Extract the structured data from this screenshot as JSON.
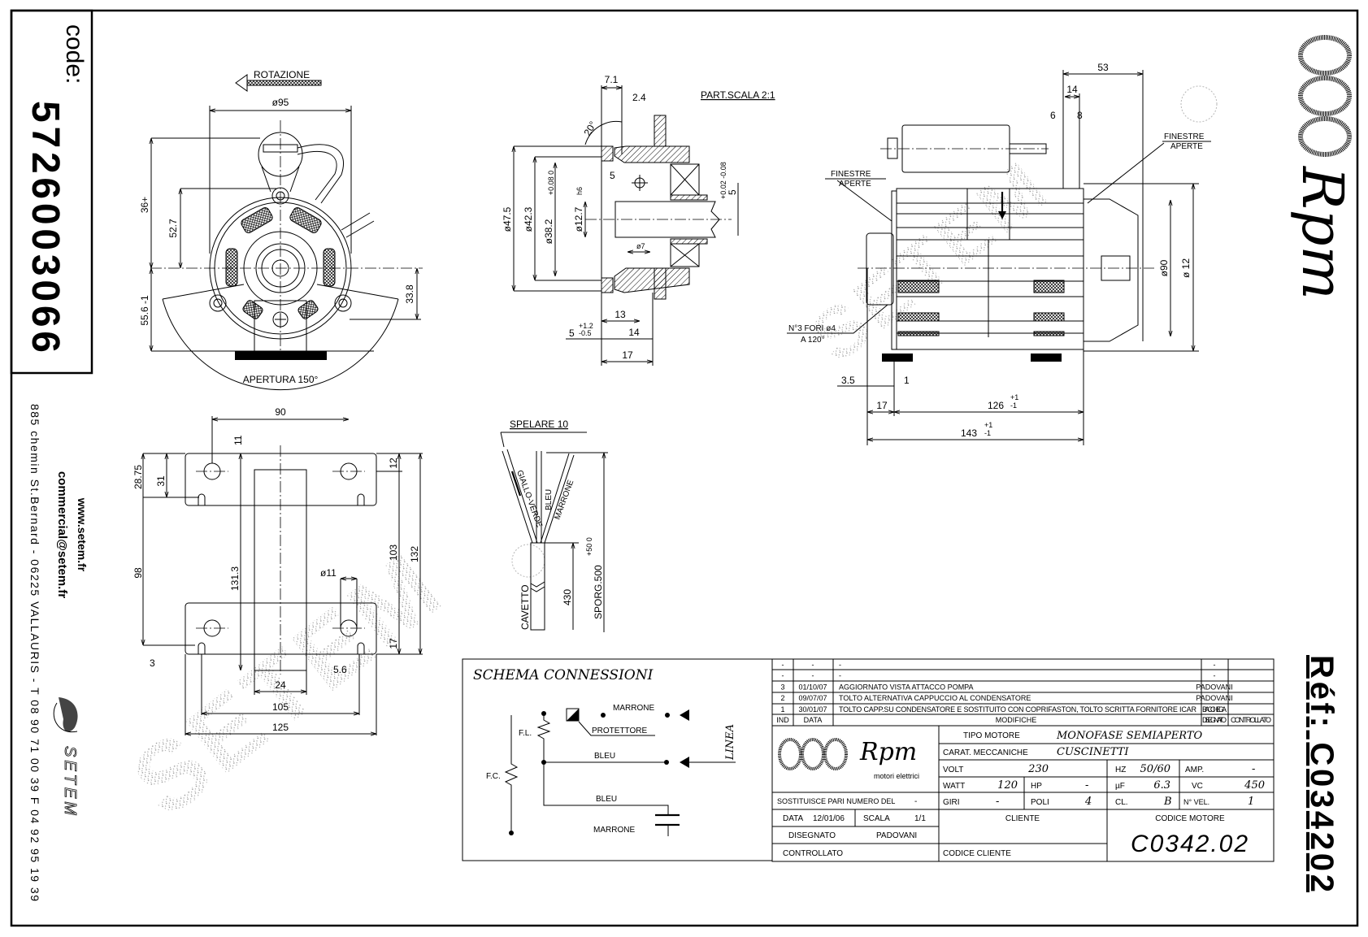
{
  "left_strip": {
    "code_label": "code:",
    "code": "5726003066",
    "website": "www.setem.fr",
    "email": "commercial@setem.fr",
    "address": "885 chemin St.Bernard - 06225 VALLAURIS - T 08 90 71 00 39  F 04 92 95 19 39",
    "brand": "SETEM"
  },
  "right_strip": {
    "brand": "Rpm",
    "ref": "Réf: C034202"
  },
  "watermark": "SETEM",
  "front_view": {
    "rotation_label": "ROTAZIONE",
    "dia_95": "ø95",
    "dim_36": "36+",
    "dim_52_7": "52.7",
    "dim_55_6": "55.6 -1",
    "dim_33_8": "33.8",
    "opening": "APERTURA 150°"
  },
  "detail_view": {
    "title": "PART.SCALA 2:1",
    "d7_1": "7.1",
    "d2_4": "2.4",
    "angle": "20°",
    "d47_5": "ø47.5",
    "d42_3": "ø42.3",
    "d38_2": "ø38.2",
    "tol_38_2": "+0.08 0",
    "d12_7": "ø12.7",
    "tol_12_7": "h6",
    "d5": "5",
    "d7": "ø7",
    "d13": "13",
    "d5b": "5",
    "tol_5b_up": "+1.2",
    "tol_5b_dn": "-0.5",
    "d14": "14",
    "d17": "17",
    "d5c": "5",
    "tol_5c": "+0.02 -0.08"
  },
  "side_view": {
    "d53": "53",
    "d14": "14",
    "d6": "6",
    "d8": "8",
    "windows_left": [
      "FINESTRE",
      "APERTE"
    ],
    "windows_right": [
      "FINESTRE",
      "APERTE"
    ],
    "holes": [
      "N°3 FORI ø4",
      "A 120°"
    ],
    "d90": "ø90",
    "d12": "ø 12",
    "d3_5": "3.5",
    "d1": "1",
    "d17": "17",
    "d126": "126",
    "tol_126_up": "+1",
    "tol_126_dn": "-1",
    "d143": "143",
    "tol_143_up": "+1",
    "tol_143_dn": "-1"
  },
  "bracket_view": {
    "d90": "90",
    "d11": "11",
    "d28_75": "28.75",
    "d31": "31",
    "d98": "98",
    "d131_3": "131.3",
    "d11_hole": "ø11",
    "d103": "103",
    "d132": "132",
    "d12": "12",
    "d17": "17",
    "d3": "3",
    "d5_6": "5.6",
    "d24": "24",
    "d105": "105",
    "d125": "125"
  },
  "cable_view": {
    "strip": "SPELARE 10",
    "wire_1": "GIALLO-VERDE",
    "wire_2": "BLEU",
    "wire_3": "MARRONE",
    "cable": "CAVETTO",
    "d430": "430",
    "overhang": "SPORG.500",
    "tol": "+50 0"
  },
  "schema": {
    "title": "SCHEMA CONNESSIONI",
    "fl": "F.L.",
    "fc": "F.C.",
    "marrone_top": "MARRONE",
    "protector": "PROTETTORE",
    "bleu_1": "BLEU",
    "bleu_2": "BLEU",
    "marrone_bottom": "MARRONE",
    "line": "LINEA"
  },
  "title_block": {
    "revisions": [
      {
        "ind": "-",
        "date": "-",
        "desc": "-",
        "drawn": "-",
        "checked": ""
      },
      {
        "ind": "-",
        "date": "-",
        "desc": "-",
        "drawn": "-",
        "checked": ""
      },
      {
        "ind": "3",
        "date": "01/10/07",
        "desc": "AGGIORNATO VISTA ATTACCO POMPA",
        "drawn": "PADOVANI",
        "checked": ""
      },
      {
        "ind": "2",
        "date": "09/07/07",
        "desc": "TOLTO ALTERNATIVA CAPPUCCIO AL CONDENSATORE",
        "drawn": "PADOVANI",
        "checked": ""
      },
      {
        "ind": "1",
        "date": "30/01/07",
        "desc": "TOLTO CAPP.SU CONDENSATORE E SOSTITUITO CON COPRIFASTON, TOLTO SCRITTA FORNITORE ICAR",
        "drawn": "BACCHIEGA",
        "checked": ""
      }
    ],
    "headers": {
      "ind": "IND",
      "date": "DATA",
      "desc": "MODIFICHE",
      "drawn": "DISEGNATO",
      "checked": "CONTROLLATO"
    },
    "logo_brand": "Rpm",
    "logo_sub": "motori elettrici",
    "motor_type_label": "TIPO MOTORE",
    "motor_type": "MONOFASE SEMIAPERTO",
    "mech_label": "CARAT. MECCANICHE",
    "mech": "CUSCINETTI",
    "volt_label": "VOLT",
    "volt": "230",
    "hz_label": "HZ",
    "hz": "50/60",
    "amp_label": "AMP.",
    "amp": "-",
    "watt_label": "WATT",
    "watt": "120",
    "hp_label": "HP",
    "hp": "-",
    "uf_label": "µF",
    "uf": "6.3",
    "vc_label": "VC",
    "vc": "450",
    "giri_label": "GIRI",
    "giri": "-",
    "poli_label": "POLI",
    "poli": "4",
    "cl_label": "CL.",
    "cl": "B",
    "vel_label": "N° VEL.",
    "vel": "1",
    "replaces_label": "SOSTITUISCE PARI NUMERO DEL",
    "replaces": "-",
    "date_label": "DATA",
    "date": "12/01/06",
    "scale_label": "SCALA",
    "scale": "1/1",
    "drawn_label": "DISEGNATO",
    "drawn": "PADOVANI",
    "checked_label": "CONTROLLATO",
    "client_label": "CLIENTE",
    "client_code_label": "CODICE CLIENTE",
    "motor_code_label": "CODICE MOTORE",
    "motor_code": "C0342.02"
  }
}
